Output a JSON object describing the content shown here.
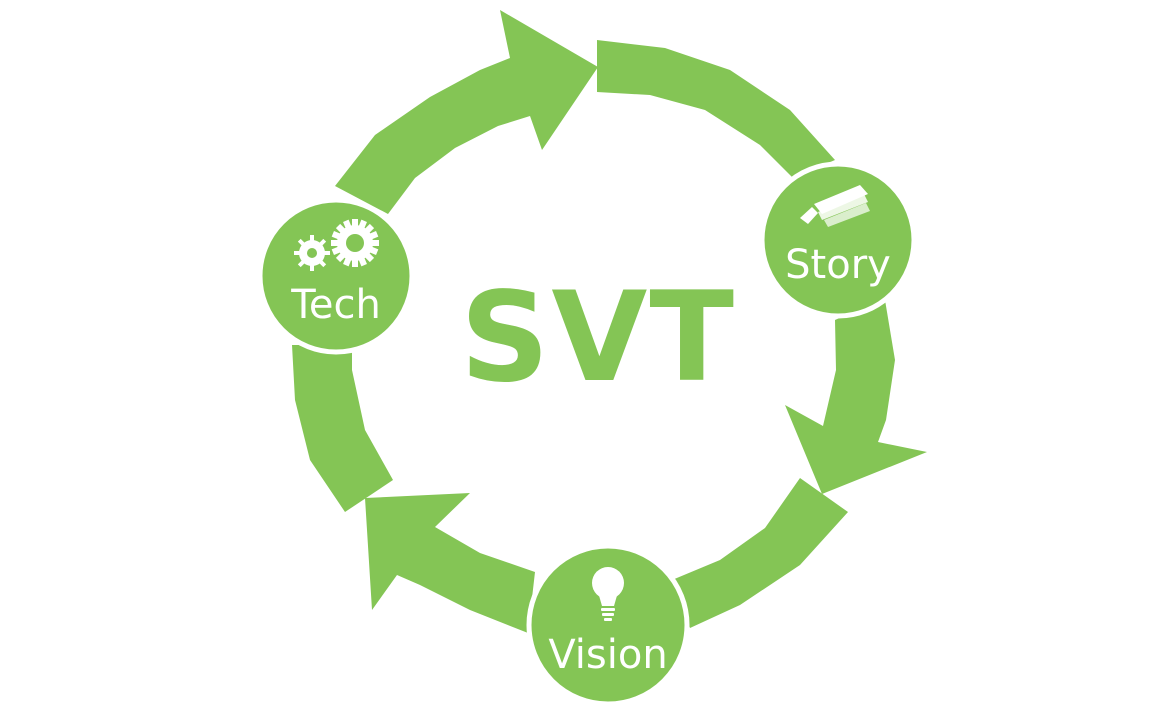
{
  "center_title": "SVT",
  "colors": {
    "green": "#84C555",
    "white": "#FFFFFF"
  },
  "nodes": [
    {
      "key": "story",
      "label": "Story",
      "icon": "pencil-icon"
    },
    {
      "key": "vision",
      "label": "Vision",
      "icon": "lightbulb-icon"
    },
    {
      "key": "tech",
      "label": "Tech",
      "icon": "gears-icon"
    }
  ]
}
